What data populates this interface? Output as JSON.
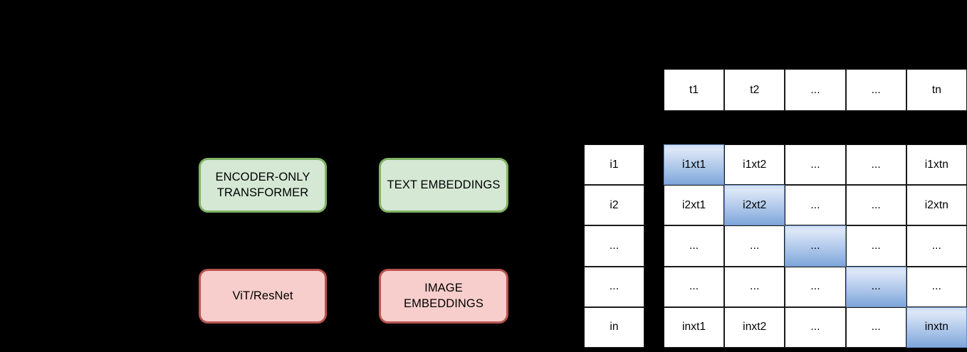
{
  "diagram": {
    "type": "contrastive-pretraining-diagram",
    "background_color": "#000000",
    "nodes": [
      {
        "id": "encoder",
        "label": "ENCODER-ONLY\nTRANSFORMER",
        "fill": "#d5e8d4",
        "stroke": "#82b366"
      },
      {
        "id": "text_emb",
        "label": "TEXT EMBEDDINGS",
        "fill": "#d5e8d4",
        "stroke": "#82b366"
      },
      {
        "id": "vit",
        "label": "ViT/ResNet",
        "fill": "#f8cecc",
        "stroke": "#b85450"
      },
      {
        "id": "image_emb",
        "label": "IMAGE\nEMBEDDINGS",
        "fill": "#f8cecc",
        "stroke": "#b85450"
      }
    ],
    "matrix": {
      "highlight_color_top": "#cfdef4",
      "highlight_color_bottom": "#7ea6da",
      "cell_fill": "#ffffff",
      "cell_stroke": "#1a1a1a",
      "column_headers": [
        "t1",
        "t2",
        "...",
        "...",
        "tn"
      ],
      "row_headers": [
        "i1",
        "i2",
        "...",
        "...",
        "in"
      ],
      "rows": [
        {
          "cells": [
            "i1xt1",
            "i1xt2",
            "...",
            "...",
            "i1xtn"
          ],
          "diagonal_index": 0
        },
        {
          "cells": [
            "i2xt1",
            "i2xt2",
            "...",
            "...",
            "i2xtn"
          ],
          "diagonal_index": 1
        },
        {
          "cells": [
            "...",
            "...",
            "...",
            "...",
            "..."
          ],
          "diagonal_index": 2
        },
        {
          "cells": [
            "...",
            "...",
            "...",
            "...",
            "..."
          ],
          "diagonal_index": 3
        },
        {
          "cells": [
            "inxt1",
            "inxt2",
            "...",
            "...",
            "inxtn"
          ],
          "diagonal_index": 4
        }
      ]
    }
  }
}
